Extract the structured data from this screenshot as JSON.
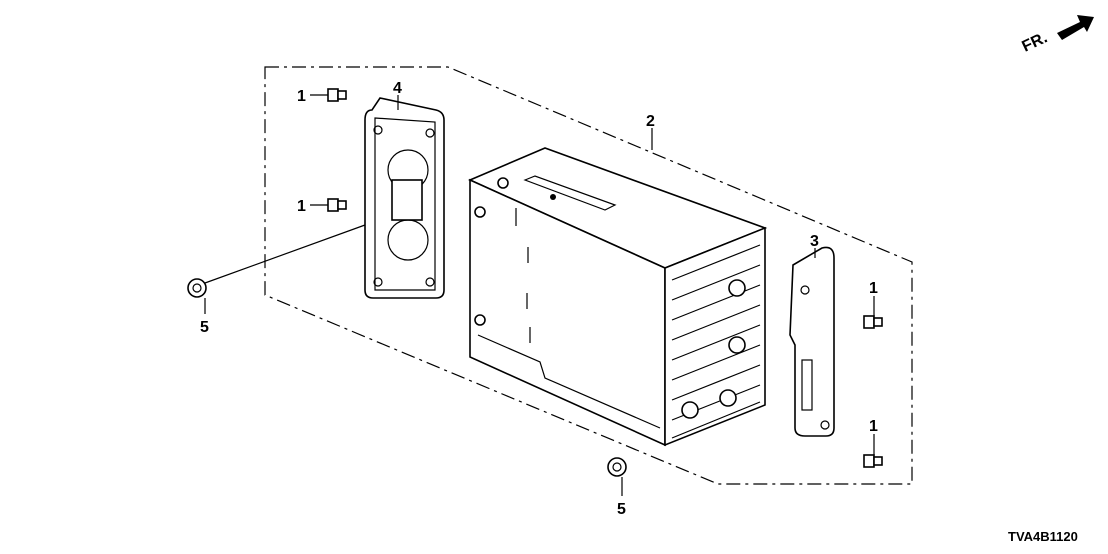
{
  "diagram": {
    "direction_indicator": "FR.",
    "diagram_code": "TVA4B1120",
    "callouts": [
      {
        "id": "callout-1a",
        "label": "1"
      },
      {
        "id": "callout-1b",
        "label": "1"
      },
      {
        "id": "callout-4",
        "label": "4"
      },
      {
        "id": "callout-2",
        "label": "2"
      },
      {
        "id": "callout-3",
        "label": "3"
      },
      {
        "id": "callout-1c",
        "label": "1"
      },
      {
        "id": "callout-1d",
        "label": "1"
      },
      {
        "id": "callout-5a",
        "label": "5"
      },
      {
        "id": "callout-5b",
        "label": "5"
      }
    ]
  }
}
